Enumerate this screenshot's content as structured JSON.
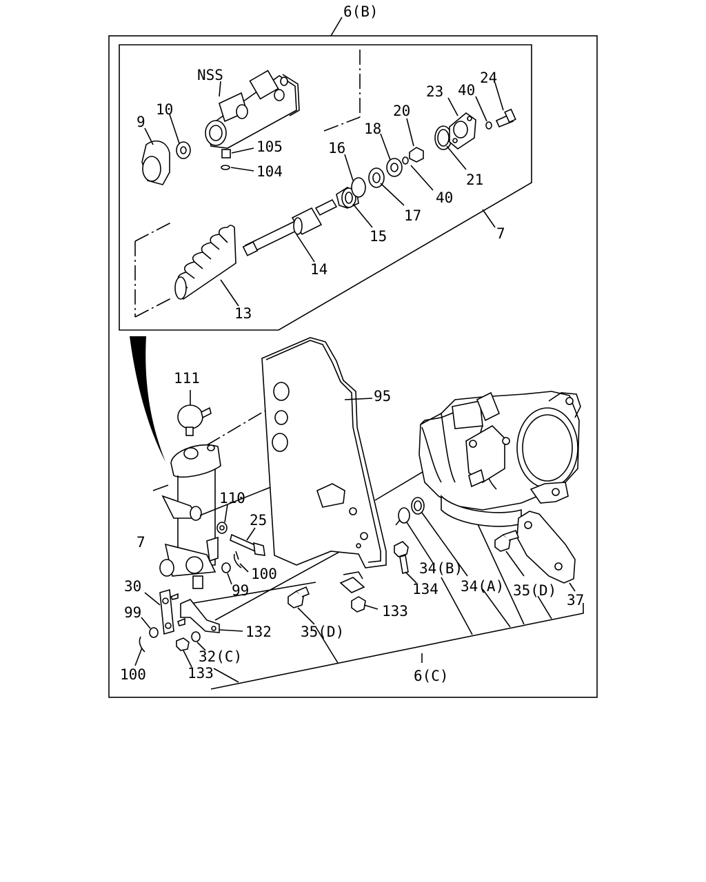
{
  "labels": {
    "top_ref": "6(B)",
    "bottom_ref": "6(C)",
    "nss": "NSS",
    "p9": "9",
    "p10": "10",
    "p105": "105",
    "p104": "104",
    "p23": "23",
    "p40a": "40",
    "p24": "24",
    "p20": "20",
    "p18": "18",
    "p16": "16",
    "p21": "21",
    "p40b": "40",
    "p17": "17",
    "p15": "15",
    "p7a": "7",
    "p14": "14",
    "p13": "13",
    "p111": "111",
    "p95": "95",
    "p110": "110",
    "p25": "25",
    "p7b": "7",
    "p100a": "100",
    "p99a": "99",
    "p30": "30",
    "p99b": "99",
    "p100b": "100",
    "p34b": "34(B)",
    "p34a": "34(A)",
    "p35d_r": "35(D)",
    "p37": "37",
    "p134": "134",
    "p133a": "133",
    "p132": "132",
    "p35d_l": "35(D)",
    "p32c": "32(C)",
    "p133b": "133"
  },
  "icons": {
    "pointer": "curved-arrow-icon"
  }
}
